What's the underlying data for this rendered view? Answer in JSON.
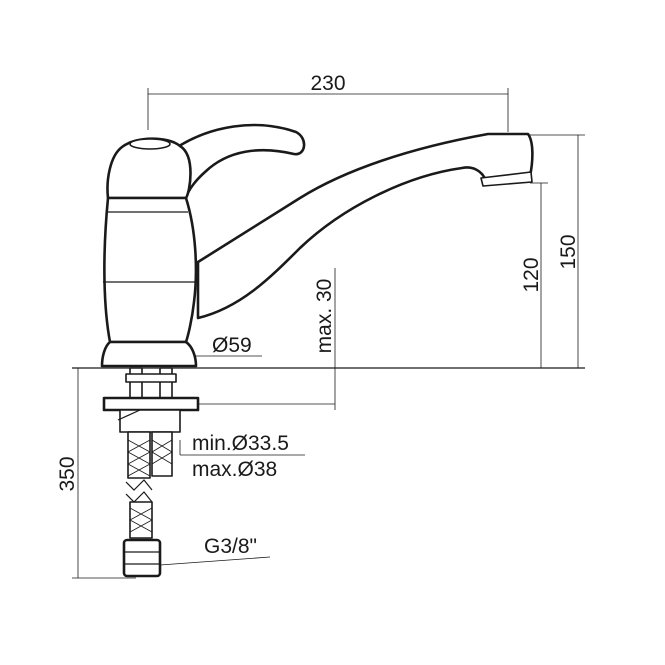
{
  "diagram": {
    "accent_color": "#1a1a1a",
    "background_color": "#ffffff",
    "dimensions": {
      "spout_reach": "230",
      "total_height": "150",
      "spout_height": "120",
      "max_deck_thickness": "max. 30",
      "base_diameter": "Ø59",
      "hole_min_diameter": "min.Ø33.5",
      "hole_max_diameter": "max.Ø38",
      "hose_length": "350",
      "hose_connection": "G3/8\""
    }
  }
}
